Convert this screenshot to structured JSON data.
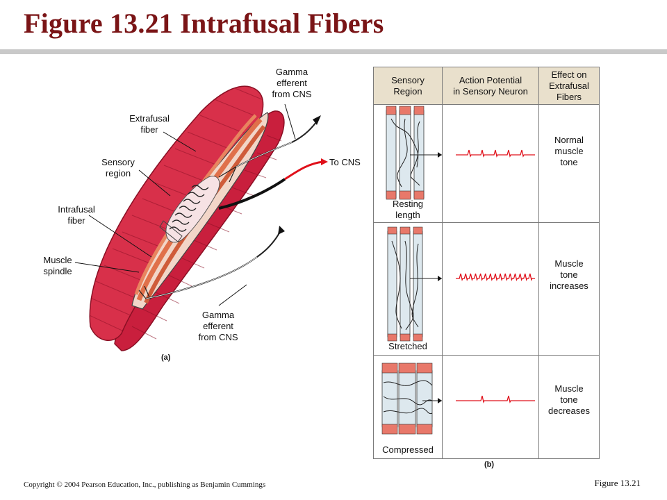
{
  "title": "Figure 13.21  Intrafusal Fibers",
  "panel_a": {
    "labels": {
      "gamma_top": [
        "Gamma",
        "efferent",
        "from CNS"
      ],
      "extrafusal": [
        "Extrafusal",
        "fiber"
      ],
      "sensory": [
        "Sensory",
        "region"
      ],
      "to_cns": "To CNS",
      "intrafusal": [
        "Intrafusal",
        "fiber"
      ],
      "spindle": [
        "Muscle",
        "spindle"
      ],
      "gamma_bottom": [
        "Gamma",
        "efferent",
        "from CNS"
      ]
    },
    "part": "(a)"
  },
  "panel_b": {
    "headers": {
      "region": [
        "Sensory",
        "Region"
      ],
      "ap": [
        "Action Potential",
        "in Sensory Neuron"
      ],
      "effect": [
        "Effect on",
        "Extrafusal",
        "Fibers"
      ]
    },
    "rows": [
      {
        "state": "Resting length",
        "state_lines": [
          "Resting",
          "length"
        ],
        "effect": [
          "Normal",
          "muscle",
          "tone"
        ],
        "spike_count": 5
      },
      {
        "state": "Stretched",
        "state_lines": [
          "Stretched"
        ],
        "effect": [
          "Muscle",
          "tone",
          "increases"
        ],
        "spike_count": 15
      },
      {
        "state": "Compressed",
        "state_lines": [
          "Compressed"
        ],
        "effect": [
          "Muscle",
          "tone",
          "decreases"
        ],
        "spike_count": 2
      }
    ],
    "part": "(b)"
  },
  "colors": {
    "title": "#7a1416",
    "muscle_red": "#d8304a",
    "spindle_orange": "#e0704a",
    "signal_red": "#e0101a",
    "header_tan": "#e9e0cc",
    "fiber_blue": "#dde8ee"
  },
  "footer": {
    "copyright": "Copyright © 2004 Pearson Education, Inc., publishing as Benjamin Cummings",
    "figure": "Figure 13.21"
  }
}
